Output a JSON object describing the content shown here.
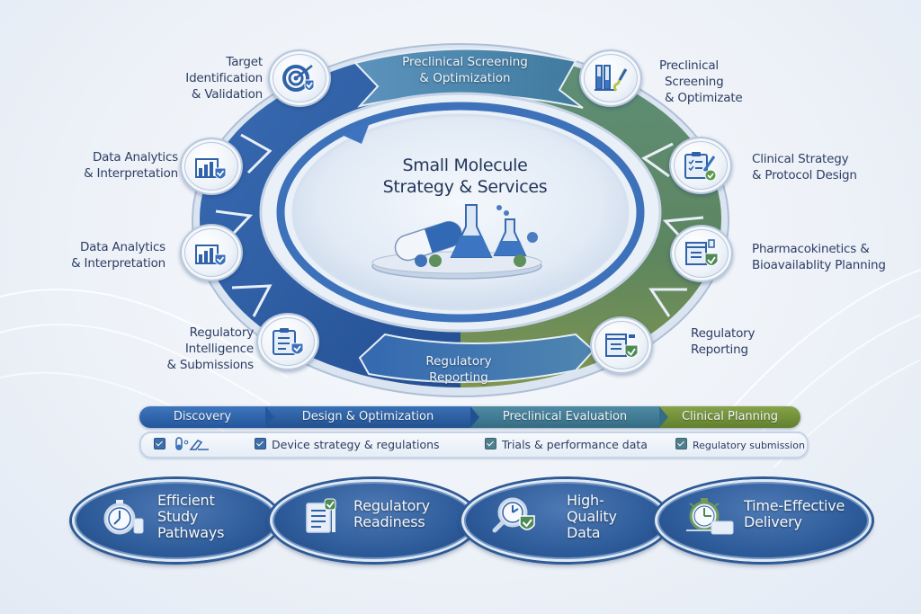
{
  "title": {
    "line1": "Small Molecule",
    "line2": "Strategy & Services"
  },
  "ring_segments": [
    {
      "line1": "Preclinical Screening",
      "line2": "& Optimization"
    },
    {
      "line1": "Regulatory",
      "line2": "Reporting"
    }
  ],
  "nodes": [
    {
      "side": "left",
      "icon": "target-icon",
      "lines": [
        "Target",
        "Identification",
        "& Validation"
      ]
    },
    {
      "side": "left",
      "icon": "bar-chart-check-icon",
      "lines": [
        "Data Analytics",
        "& Interpretation"
      ]
    },
    {
      "side": "left",
      "icon": "bar-chart-check-icon",
      "lines": [
        "Data Analytics",
        "& Interpretation"
      ]
    },
    {
      "side": "left",
      "icon": "clipboard-check-icon",
      "lines": [
        "Regulatory",
        "Intelligence",
        "& Submissions"
      ]
    },
    {
      "side": "right",
      "icon": "test-tubes-icon",
      "lines": [
        "Preclinical",
        "Screening",
        "& Optimizate"
      ]
    },
    {
      "side": "right",
      "icon": "clipboard-pen-icon",
      "lines": [
        "Clinical Strategy",
        "& Protocol Design"
      ]
    },
    {
      "side": "right",
      "icon": "document-shield-icon",
      "lines": [
        "Pharmacokinetics &",
        "Bioavailablity Planning"
      ]
    },
    {
      "side": "right",
      "icon": "document-shield-icon",
      "lines": [
        "Regulatory",
        "Reporting"
      ]
    }
  ],
  "phases": [
    {
      "label": "Discovery",
      "color": "#2f63a8"
    },
    {
      "label": "Design & Optimization",
      "color": "#2d5f9f"
    },
    {
      "label": "Preclinical Evaluation",
      "color": "#3f7a8f"
    },
    {
      "label": "Clinical Planning",
      "color": "#6f8e3a"
    }
  ],
  "checklist": [
    {
      "label": "Device strategy & regulations"
    },
    {
      "label": "Trials & performance data"
    },
    {
      "label": "Regulatory submission"
    }
  ],
  "benefits": [
    {
      "icon": "stopwatch-icon",
      "lines": [
        "Efficient",
        "Study",
        "Pathways"
      ]
    },
    {
      "icon": "clipboard-check-icon",
      "lines": [
        "Regulatory",
        "Readiness"
      ]
    },
    {
      "icon": "magnifier-check-icon",
      "lines": [
        "High-",
        "Quality",
        "Data"
      ]
    },
    {
      "icon": "stopwatch-icon",
      "lines": [
        "Time-Effective",
        "Delivery"
      ]
    }
  ],
  "colors": {
    "ring_blue": "#2f5fa6",
    "ring_teal": "#4f8aa6",
    "ring_green": "#5f8a66",
    "ring_olive": "#7f9650",
    "text": "#2c3e63"
  }
}
